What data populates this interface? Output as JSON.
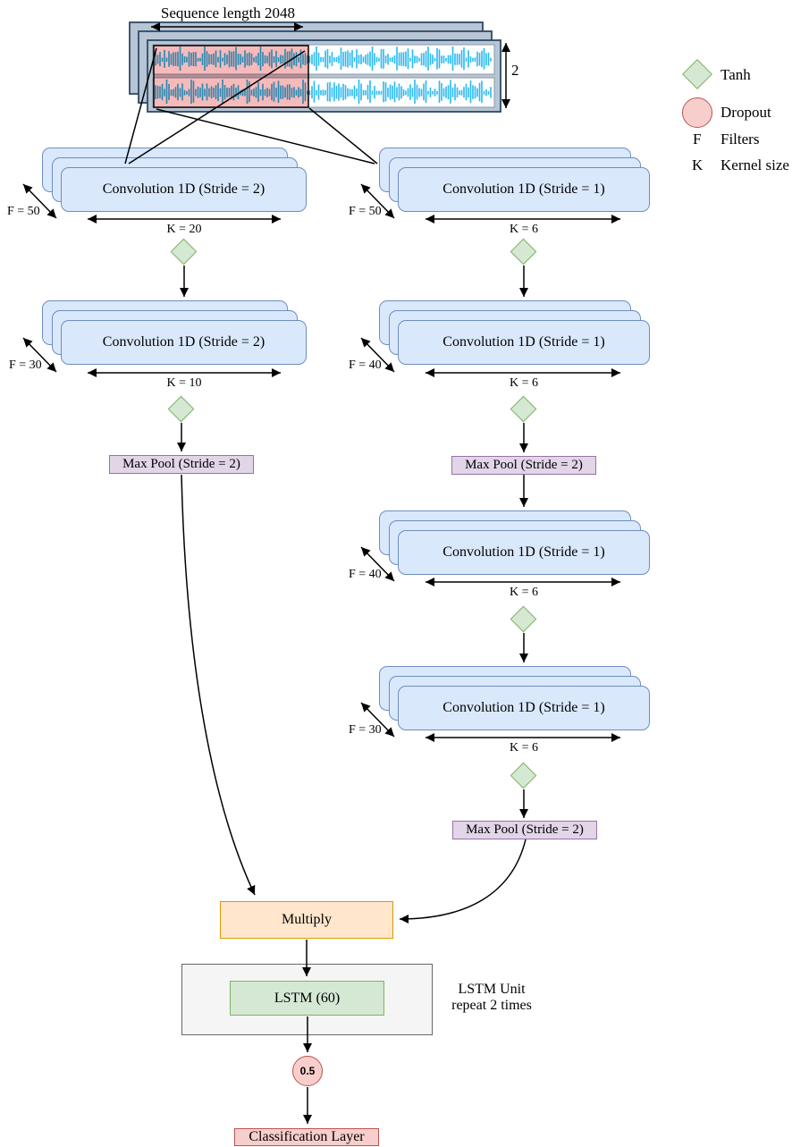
{
  "input": {
    "sequence_label": "Sequence length 2048",
    "channels_label": "2"
  },
  "legend": {
    "tanh_label": "Tanh",
    "dropout_label": "Dropout",
    "f_symbol": "F",
    "f_label": "Filters",
    "k_symbol": "K",
    "k_label": "Kernel size"
  },
  "left_branch": {
    "conv1": {
      "label": "Convolution 1D (Stride = 2)",
      "filters": "F = 50",
      "kernel": "K = 20"
    },
    "conv2": {
      "label": "Convolution 1D (Stride = 2)",
      "filters": "F = 30",
      "kernel": "K = 10"
    },
    "maxpool": {
      "label": "Max Pool (Stride = 2)"
    }
  },
  "right_branch": {
    "conv1": {
      "label": "Convolution 1D (Stride = 1)",
      "filters": "F = 50",
      "kernel": "K = 6"
    },
    "conv2": {
      "label": "Convolution 1D (Stride = 1)",
      "filters": "F = 40",
      "kernel": "K = 6"
    },
    "maxpool1": {
      "label": "Max Pool (Stride = 2)"
    },
    "conv3": {
      "label": "Convolution 1D (Stride = 1)",
      "filters": "F = 40",
      "kernel": "K = 6"
    },
    "conv4": {
      "label": "Convolution 1D (Stride = 1)",
      "filters": "F = 30",
      "kernel": "K = 6"
    },
    "maxpool2": {
      "label": "Max Pool (Stride = 2)"
    }
  },
  "merge": {
    "label": "Multiply"
  },
  "lstm": {
    "label": "LSTM (60)",
    "note_line1": "LSTM Unit",
    "note_line2": "repeat 2 times"
  },
  "dropout_rate": "0.5",
  "output": {
    "label": "Classification Layer"
  },
  "colors": {
    "conv_fill": "#dae8fc",
    "conv_stroke": "#6c8ebf",
    "tanh_fill": "#d5e8d4",
    "tanh_stroke": "#82b366",
    "pool_fill": "#e1d5e7",
    "pool_stroke": "#9673a6",
    "multiply_fill": "#ffe6cc",
    "multiply_stroke": "#d79b00",
    "dropout_fill": "#f8cecc",
    "dropout_stroke": "#b85450",
    "container_fill": "#f5f5f5",
    "container_stroke": "#666666",
    "panel_fill": "#b7c5d4",
    "panel_stroke": "#2e4a66",
    "waveform_color": "#29b9f2",
    "selection_fill": "#f6baba"
  }
}
